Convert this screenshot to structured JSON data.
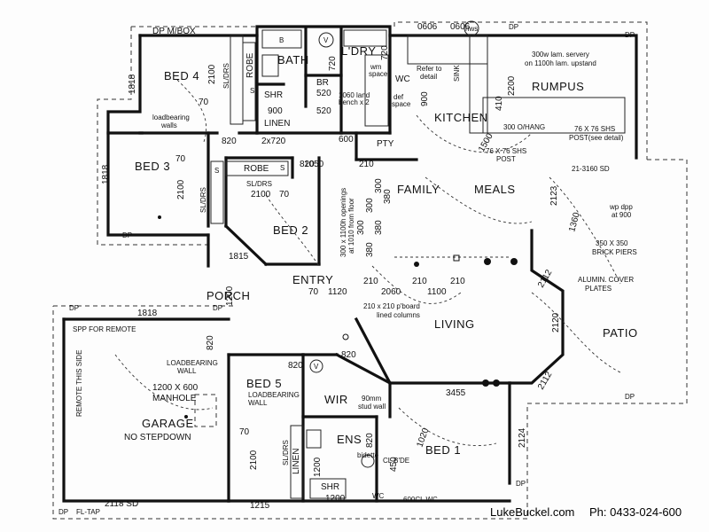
{
  "rooms": {
    "bed4": "BED 4",
    "bath": "BATH",
    "ldry": "L'DRY",
    "rumpus": "RUMPUS",
    "bed3": "BED 3",
    "kitchen": "KITCHEN",
    "family": "FAMILY",
    "meals": "MEALS",
    "bed2": "BED 2",
    "porch": "PORCH",
    "entry": "ENTRY",
    "living": "LIVING",
    "patio": "PATIO",
    "garage": "GARAGE",
    "garage_note": "NO STEPDOWN",
    "bed5": "BED 5",
    "wir": "WIR",
    "ens": "ENS",
    "bed1": "BED 1",
    "pty": "PTY",
    "shr_top": "SHR",
    "shr_bottom": "SHR",
    "linen_top": "LINEN",
    "linen_bottom": "LINEN",
    "robe_bed4": "ROBE",
    "robe_bed2": "ROBE",
    "br": "BR",
    "wc": "WC"
  },
  "labels": {
    "dp_mbox": "DP  M/BOX",
    "sldrs1": "SL/DRS",
    "sldrs2": "SL/DRS",
    "sldrs3": "SL/DRS",
    "sldrs4": "SL/DRS",
    "loadbearing1": "loadbearing",
    "loadbearing1b": "walls",
    "loadbearing_garage": "LOADBEARING",
    "loadbearing_garage_b": "WALL",
    "loadbearing_bed5": "LOADBEARING",
    "loadbearing_bed5_b": "WALL",
    "manhole": "1200 X 600",
    "manhole_b": "MANHOLE",
    "spp_remote": "SPP FOR REMOTE",
    "remote_side": "REMOTE THIS SIDE",
    "refer_detail": "Refer to",
    "refer_detail_b": "detail",
    "servery": "300w lam. servery",
    "servery_b": "on 1100h lam. upstand",
    "shs_post": "76 X 76 SHS",
    "shs_post_b": "POST(see detail)",
    "shs_post2": "76 X 76 SHS",
    "shs_post2_b": "POST",
    "ohang": "300 O/HANG",
    "sd_top": "21-3160 SD",
    "brick_piers": "350 X 350",
    "brick_piers_b": "BRICK PIERS",
    "cover_plates": "ALUMIN. COVER",
    "cover_plates_b": "PLATES",
    "wp_dpp": "wp dpp",
    "wp_dpp_b": "at 900",
    "openings": "300 x 1100h openings",
    "openings_b": "at 1010 from floor",
    "board_cols": "210 x 210 p'board",
    "board_cols_b": "lined columns",
    "stud_wall": "90mm",
    "stud_wall_b": "stud wall",
    "bidette": "bidette",
    "cl_bde": "CL B'DE",
    "lin_land": "1060 land",
    "lin_land_b": "bench x 2",
    "wm_space": "wm",
    "wm_space_b": "space",
    "def_space": "def",
    "def_space_b": "space",
    "sink": "SINK",
    "hws": "hws",
    "fl_tap": "FL-TAP",
    "dp_labels": [
      "DP",
      "DP",
      "DP",
      "DP",
      "DP",
      "DP",
      "DP",
      "DP"
    ],
    "wc_bottom": "WC",
    "cl_wc": "600CL WC",
    "v1": "V",
    "v2": "V",
    "b": "B",
    "s1": "S",
    "s2": "S",
    "s3": "S"
  },
  "dimensions": {
    "d2100a": "2100",
    "d2100b": "2100",
    "d2100c": "2100",
    "d2100d": "2100",
    "d2200": "2200",
    "d1818a": "1818",
    "d1818b": "1818",
    "d1818c": "1818",
    "d820a": "820",
    "d820b": "820",
    "d820c": "820",
    "d820d": "820",
    "d820e": "820",
    "d820f": "820",
    "d720a": "720",
    "d720b": "720",
    "d2x720": "2x720",
    "d1050": "1050",
    "d210a": "210",
    "d600": "600",
    "d900a": "900",
    "d900b": "900",
    "d520a": "520",
    "d520b": "520",
    "d410": "410",
    "d1500": "1500",
    "d1360": "1360",
    "d70a": "70",
    "d70b": "70",
    "d70c": "70",
    "d70d": "70",
    "d70e": "70",
    "d1120": "1120",
    "d2060": "2060",
    "d1100": "1100",
    "d210b": "210",
    "d210c": "210",
    "d210d": "210",
    "d380a": "380",
    "d380b": "380",
    "d380c": "380",
    "d300a": "300",
    "d300b": "300",
    "d300c": "300",
    "d2112a": "2112",
    "d2112b": "2112",
    "d2120": "2120",
    "d2123": "2123",
    "d3455": "3455",
    "d1020": "1020",
    "d450": "450",
    "d2124": "2124",
    "d1815": "1815",
    "d2118": "2118 SD",
    "d1215": "1215",
    "d1200a": "1200",
    "d1200b": "1200",
    "d0606a": "0606",
    "d0606b": "0606",
    "d1200c": "1200"
  },
  "footer": {
    "site": "LukeBuckel.com",
    "phone": "Ph: 0433-024-600"
  }
}
